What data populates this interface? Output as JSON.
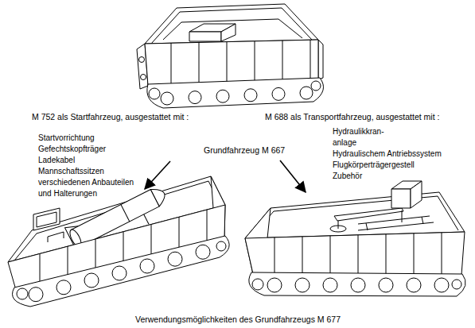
{
  "diagram": {
    "caption": "Verwendungsmöglichkeiten des Grundfahrzeugs M 677",
    "labels": [
      "M 752 als Startfahrzeug, ausgestattet mit :",
      "Startvorrichtung",
      "Gefechtskopfträger",
      "Ladekabel",
      "Mannschaftssitzen",
      "verschiedenen Anbauteilen",
      "und Halterungen",
      "Grundfahrzeug M 667",
      "M 688 als Transportfahrzeug, ausgestattet mit :",
      "Hydraulikkran-",
      "anlage",
      "Hydraulischem Antriebssystem",
      "Flugkörperträgergestell",
      "Zubehör"
    ]
  }
}
